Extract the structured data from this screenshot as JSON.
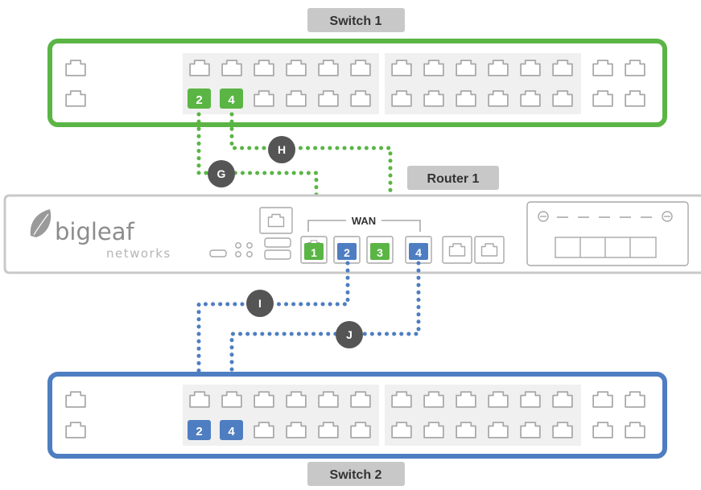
{
  "colors": {
    "switch1": "#5ab545",
    "switch2": "#4e7ec1",
    "chassis": "#c9c9c9",
    "port_fill": "#eeeeee",
    "label_bg": "#c8c8c8",
    "badge": "#555555"
  },
  "switch1": {
    "label_prefix": "Switch ",
    "label_num": "1",
    "ports": [
      {
        "number": "2",
        "kind": "switch1"
      },
      {
        "number": "4",
        "kind": "switch1"
      }
    ]
  },
  "switch2": {
    "label_prefix": "Switch ",
    "label_num": "2",
    "ports": [
      {
        "number": "2",
        "kind": "switch2"
      },
      {
        "number": "4",
        "kind": "switch2"
      }
    ]
  },
  "router": {
    "label_prefix": "Router ",
    "label_num": "1",
    "wan_label": "WAN",
    "brand": "bigleaf",
    "brand_sub": "networks",
    "brand_icon": "leaf-icon",
    "wan_ports": [
      {
        "number": "1",
        "kind": "switch1"
      },
      {
        "number": "2",
        "kind": "switch2"
      },
      {
        "number": "3",
        "kind": "switch1"
      },
      {
        "number": "4",
        "kind": "switch2"
      }
    ]
  },
  "links": [
    {
      "id": "G",
      "from": "Switch 1 port 2",
      "to": "Router WAN 1",
      "color": "switch1"
    },
    {
      "id": "H",
      "from": "Switch 1 port 4",
      "to": "Router WAN 3",
      "color": "switch1"
    },
    {
      "id": "I",
      "from": "Router WAN 2",
      "to": "Switch 2 port 2",
      "color": "switch2"
    },
    {
      "id": "J",
      "from": "Router WAN 4",
      "to": "Switch 2 port 4",
      "color": "switch2"
    }
  ]
}
